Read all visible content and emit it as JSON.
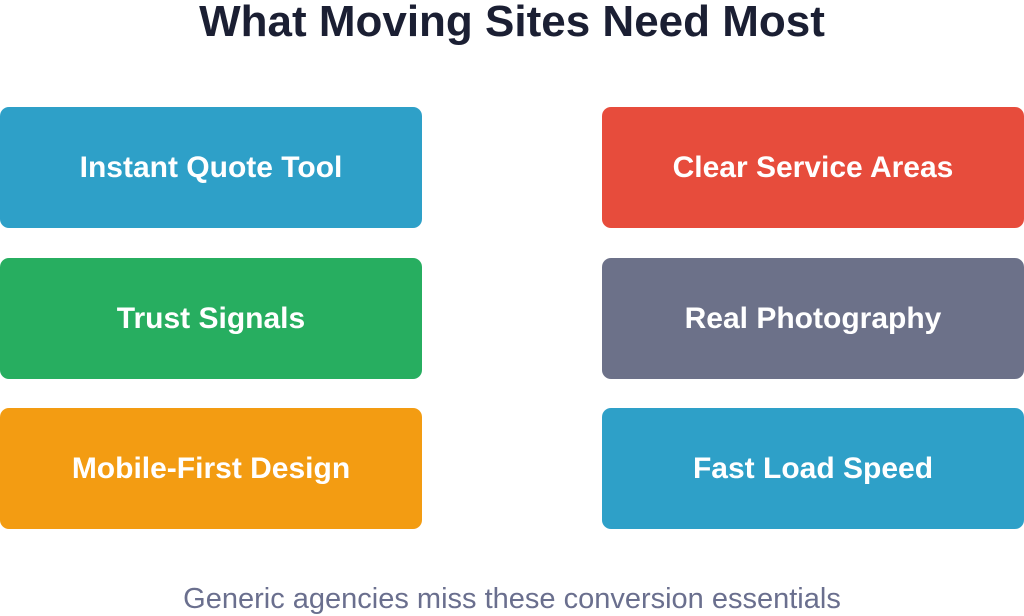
{
  "title": "What Moving Sites Need Most",
  "cards": [
    {
      "label": "Instant Quote Tool",
      "color": "#2ea0c8"
    },
    {
      "label": "Clear Service Areas",
      "color": "#e74c3c"
    },
    {
      "label": "Trust Signals",
      "color": "#27ae60"
    },
    {
      "label": "Real Photography",
      "color": "#6c7189"
    },
    {
      "label": "Mobile-First Design",
      "color": "#f39c12"
    },
    {
      "label": "Fast Load Speed",
      "color": "#2ea0c8"
    }
  ],
  "footer": "Generic agencies miss these conversion essentials"
}
